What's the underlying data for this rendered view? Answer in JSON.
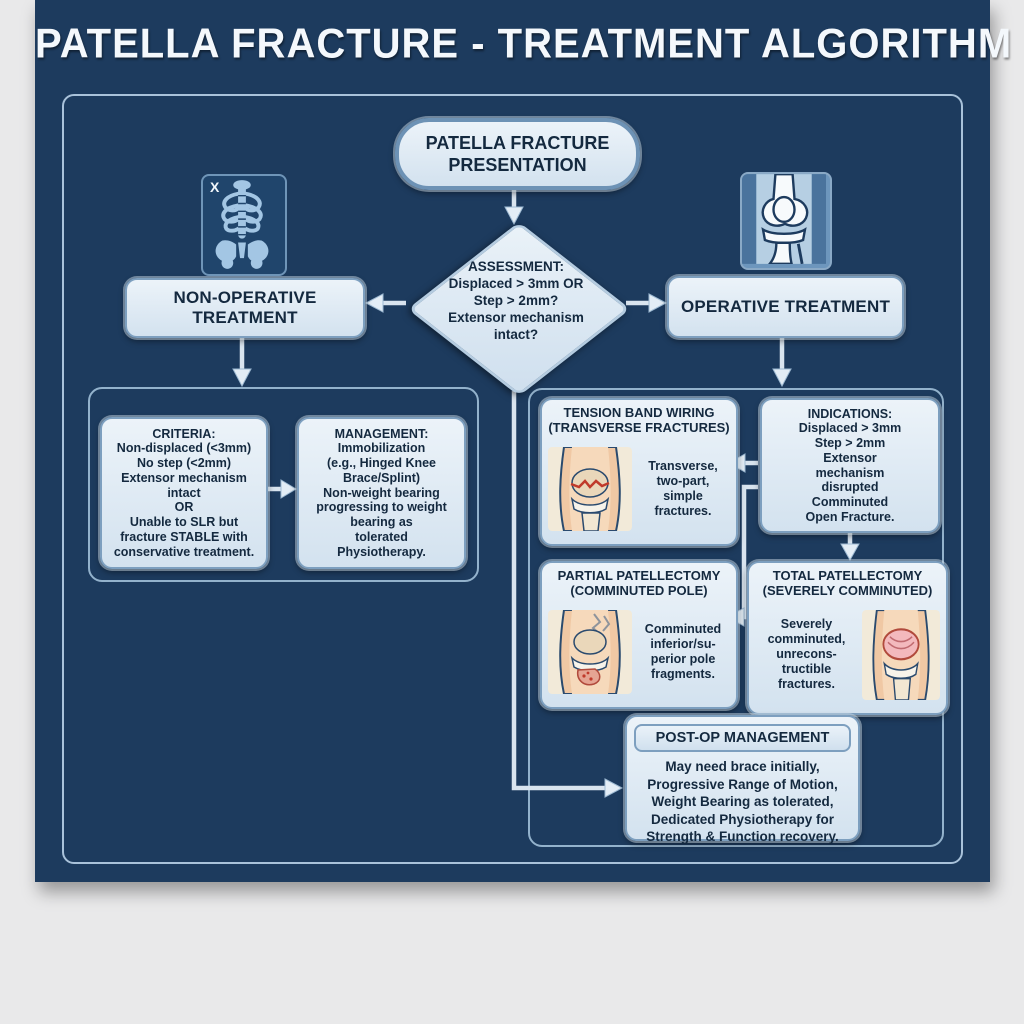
{
  "title": "PATELLA FRACTURE - TREATMENT ALGORITHM",
  "flow": {
    "presentation": "PATELLA FRACTURE\nPRESENTATION",
    "assessment": "ASSESSMENT:\nDisplaced > 3mm OR\nStep > 2mm?\nExtensor mechanism\nintact?",
    "non_operative": "NON-OPERATIVE\nTREATMENT",
    "operative": "OPERATIVE TREATMENT",
    "criteria": "CRITERIA:\nNon-displaced (<3mm)\nNo step (<2mm)\nExtensor mechanism\nintact\nOR\nUnable to SLR but\nfracture STABLE with\nconservative treatment.",
    "management": "MANAGEMENT:\nImmobilization\n(e.g., Hinged Knee\nBrace/Splint)\nNon-weight bearing\nprogressing to weight\nbearing as\ntolerated\nPhysiotherapy.",
    "tension_band": {
      "title": "TENSION BAND WIRING\n(TRANSVERSE FRACTURES)",
      "body": "Transverse,\ntwo-part,\nsimple\nfractures."
    },
    "indications": "INDICATIONS:\nDisplaced > 3mm\nStep > 2mm\nExtensor\nmechanism\ndisrupted\nComminuted\nOpen Fracture.",
    "partial_patellectomy": {
      "title": "PARTIAL PATELLECTOMY\n(COMMINUTED POLE)",
      "body": "Comminuted\ninferior/su-\nperior pole\nfragments."
    },
    "total_patellectomy": {
      "title": "TOTAL PATELLECTOMY\n(SEVERELY COMMINUTED)",
      "body": "Severely\ncomminuted,\nunrecons-\ntructible\nfractures."
    },
    "post_op": {
      "title": "POST-OP MANAGEMENT",
      "body": "May need brace initially,\nProgressive Range of Motion,\nWeight Bearing as tolerated,\nDedicated Physiotherapy for\nStrength & Function recovery."
    }
  },
  "icons": {
    "xray_label": "X",
    "xray_icon": "xray-skeleton-icon",
    "knee_icon": "knee-joint-icon"
  },
  "colors": {
    "page_bg": "#e9e9ea",
    "poster_bg": "#1d3b5e",
    "node_fill": "#dce9f4",
    "node_border": "#7d9fbf",
    "node_text": "#14293f",
    "connector": "#d9e4ef",
    "container_border": "#93b2cc",
    "title_text": "#f4f8fc",
    "fracture_red": "#c03a2b",
    "skin_tone": "#f0c8a4"
  }
}
